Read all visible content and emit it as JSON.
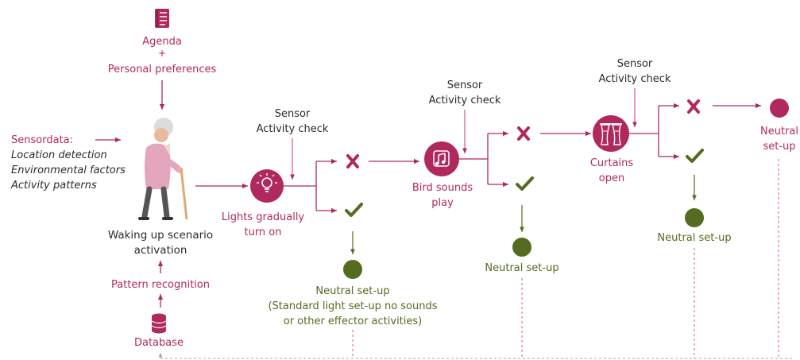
{
  "colors": {
    "maroon": "#b0295e",
    "pink_line": "#d9588a",
    "green": "#556b1f",
    "dark_text": "#2b2b2b",
    "gray_dash": "#a5a5a5"
  },
  "inputs": {
    "agenda": "Agenda",
    "plus": "+",
    "preferences": "Personal preferences",
    "sensordata_title": "Sensordata:",
    "sensordata_items": [
      "Location detection",
      "Environmental factors",
      "Activity patterns"
    ],
    "pattern_recognition": "Pattern recognition",
    "database": "Database"
  },
  "scenario": {
    "line1": "Waking up scenario",
    "line2": "activation"
  },
  "steps": [
    {
      "icon": "lightbulb-icon",
      "label_lines": [
        "Lights gradually",
        "turn on"
      ],
      "sensor": [
        "Sensor",
        "Activity check"
      ],
      "neutral_lines": [
        "Neutral set-up",
        "(Standard light set-up no sounds",
        "or other effector activities)"
      ]
    },
    {
      "icon": "music-note-icon",
      "label_lines": [
        "Bird sounds",
        "play"
      ],
      "sensor": [
        "Sensor",
        "Activity check"
      ],
      "neutral_lines": [
        "Neutral set-up"
      ]
    },
    {
      "icon": "curtains-icon",
      "label_lines": [
        "Curtains",
        "open"
      ],
      "sensor": [
        "Sensor",
        "Activity check"
      ],
      "neutral_lines": [
        "Neutral set-up"
      ]
    }
  ],
  "final": {
    "line1": "Neutral",
    "line2": "set-up"
  },
  "icons": {
    "agenda": "agenda-book-icon",
    "database": "database-icon",
    "person": "elderly-woman-icon",
    "cross": "cross-mark-icon",
    "check": "check-mark-icon"
  }
}
